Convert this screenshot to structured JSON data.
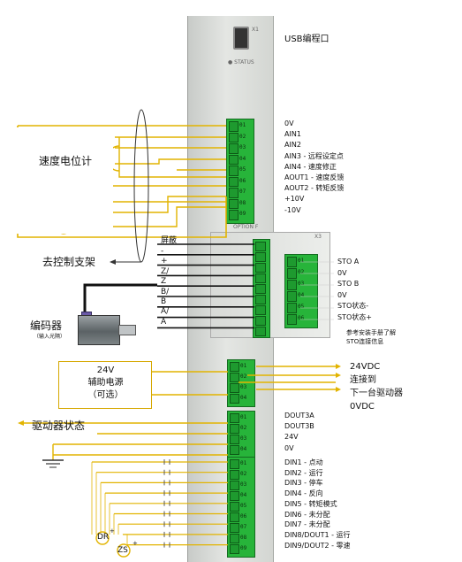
{
  "header": {
    "usb_label": "USB编程口",
    "port_tag": "X1",
    "status_label": "● STATUS",
    "option_label": "OPTION F",
    "option_tag": "X3"
  },
  "analog_terminal": {
    "pins": [
      "01",
      "02",
      "03",
      "04",
      "05",
      "06",
      "07",
      "08",
      "09"
    ],
    "signals": [
      "0V",
      "AIN1",
      "AIN2",
      "AIN3 - 远程设定点",
      "AIN4 - 速度修正",
      "AOUT1 - 速度反馈",
      "AOUT2 - 转矩反馈",
      "+10V",
      "-10V"
    ]
  },
  "left_labels": {
    "speed_pot": "速度电位计",
    "control_rack": "去控制支架"
  },
  "encoder": {
    "shield": "屏蔽",
    "lines": [
      "-",
      "+",
      "Z/",
      "Z",
      "B/",
      "B",
      "A/",
      "A"
    ],
    "title": "编码器",
    "subtitle": "（输入光隔）"
  },
  "sto": {
    "pins": [
      "01",
      "02",
      "03",
      "04",
      "05",
      "06"
    ],
    "signals": [
      "STO A",
      "0V",
      "STO B",
      "0V",
      "STO状态-",
      "STO状态+"
    ],
    "note_line1": "参考安装手册了解",
    "note_line2": "STO连接信息"
  },
  "aux_power": {
    "pins": [
      "01",
      "02",
      "03",
      "04"
    ],
    "box_line1": "24V",
    "box_line2": "辅助电源",
    "box_line3": "（可选）",
    "right_lines": [
      "24VDC",
      "连接到",
      "下一台驱动器",
      "0VDC"
    ]
  },
  "digital_out": {
    "pins": [
      "01",
      "02",
      "03",
      "04"
    ],
    "left_label": "驱动器状态",
    "signals": [
      "DOUT3A",
      "DOUT3B",
      "24V",
      "0V"
    ]
  },
  "digital_in": {
    "pins": [
      "01",
      "02",
      "03",
      "04",
      "05",
      "06",
      "07",
      "08",
      "09"
    ],
    "signals": [
      "DIN1 - 点动",
      "DIN2 - 运行",
      "DIN3 - 停车",
      "DIN4 - 反向",
      "DIN5 - 转矩模式",
      "DIN6 - 未分配",
      "DIN7 - 未分配",
      "DIN8/DOUT1 - 运行",
      "DIN9/DOUT2 - 零速"
    ],
    "dr": "DR",
    "zs": "ZS",
    "plus": "+"
  },
  "colors": {
    "wire_yellow": "#e2b400",
    "wire_black": "#111111",
    "terminal_green": "#27b43a",
    "drive_grey": "#d6d9d5"
  },
  "icons": [
    "potentiometer-icon",
    "meter-icon",
    "ground-icon",
    "encoder-icon",
    "arrow-left-icon",
    "arrow-right-icon"
  ]
}
